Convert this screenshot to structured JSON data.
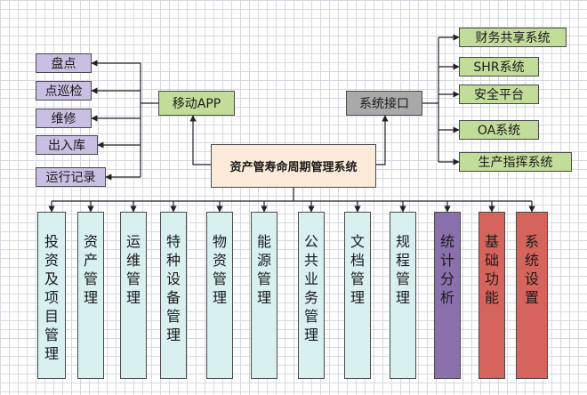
{
  "diagram": {
    "center_title": "资产管寿命周期管理系统",
    "mobile_app": "移动APP",
    "system_interface": "系统接口",
    "app_features": [
      "盘点",
      "点巡检",
      "维修",
      "出入库",
      "运行记录"
    ],
    "interfaces": [
      "财务共享系统",
      "SHR系统",
      "安全平台",
      "OA系统",
      "生产指挥系统"
    ],
    "modules": [
      "投资及项目管理",
      "资产管理",
      "运维管理",
      "特种设备管理",
      "物资管理",
      "能源管理",
      "公共业务管理",
      "文档管理",
      "规程管理",
      "统计分析",
      "基础功能",
      "系统设置"
    ]
  },
  "colors": {
    "feature_fill": "#c9bfe3",
    "app_fill": "#c2dc9a",
    "interface_fill": "#a9a9a9",
    "system_fill": "#fdebd9",
    "module_fill": "#d8f0f0",
    "stats_fill": "#8a70ad",
    "core_fill": "#d4645c"
  }
}
